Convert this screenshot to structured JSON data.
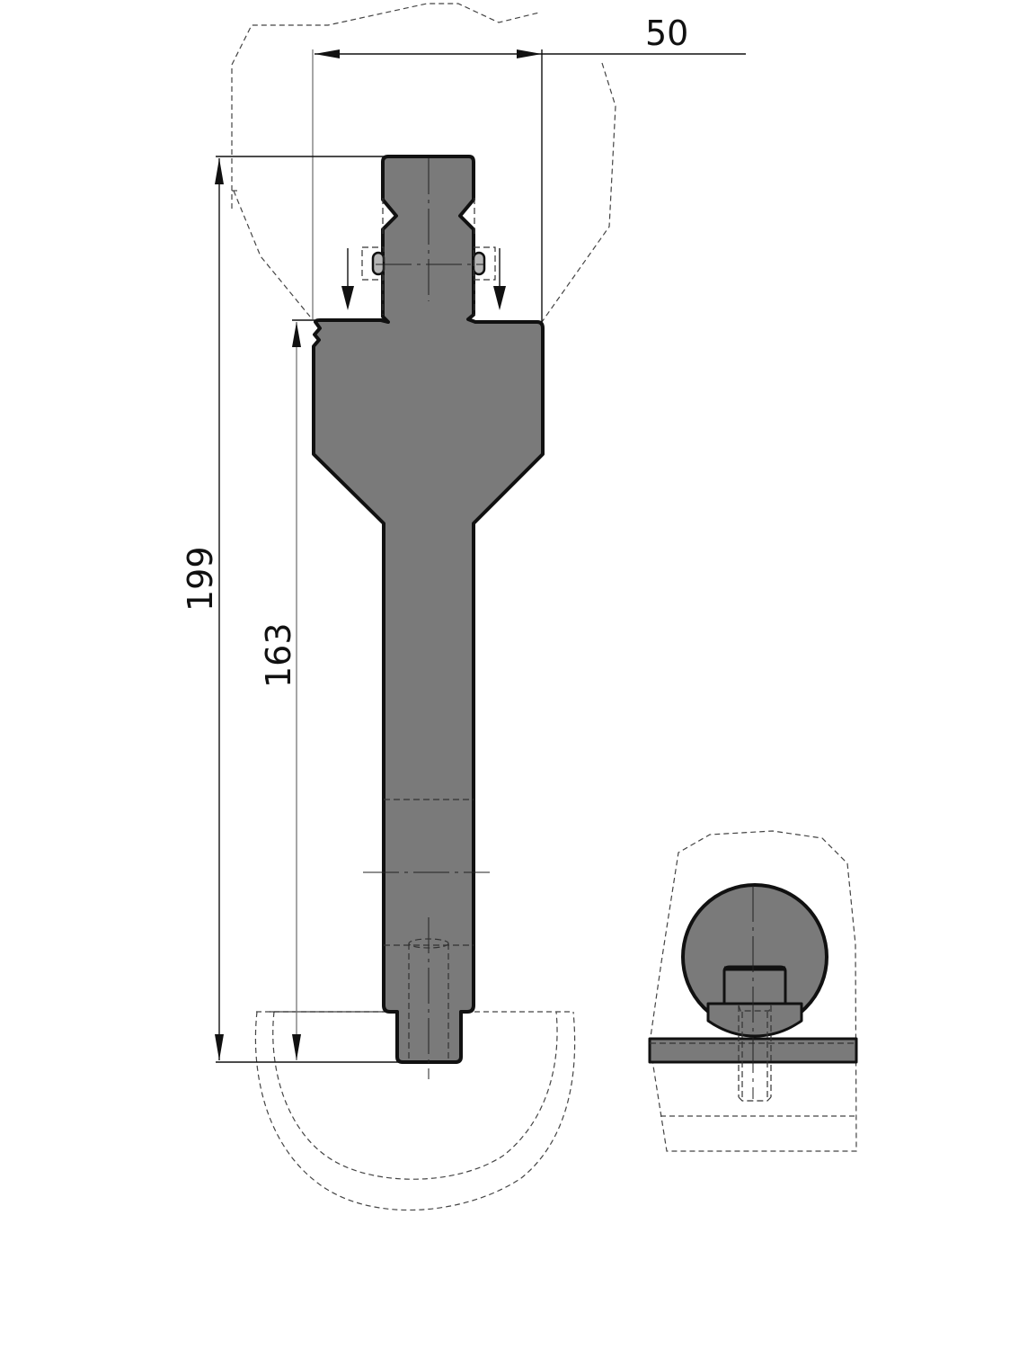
{
  "drawing": {
    "type": "technical-drawing",
    "subject": "press brake upper tool adapter / punch holder profile with side view",
    "colors": {
      "part_fill": "#7a7a7a",
      "outline": "#111111",
      "background": "#ffffff"
    },
    "dimensions": {
      "width_label": "50",
      "total_height_label": "199",
      "working_height_label": "163"
    },
    "views": [
      {
        "name": "front-profile-view",
        "description": "vertical tool profile with tang, clamping shoulder, tapered body and stem"
      },
      {
        "name": "side-view",
        "description": "round clamp with bolt and plate, phantom outline of holder"
      }
    ]
  }
}
